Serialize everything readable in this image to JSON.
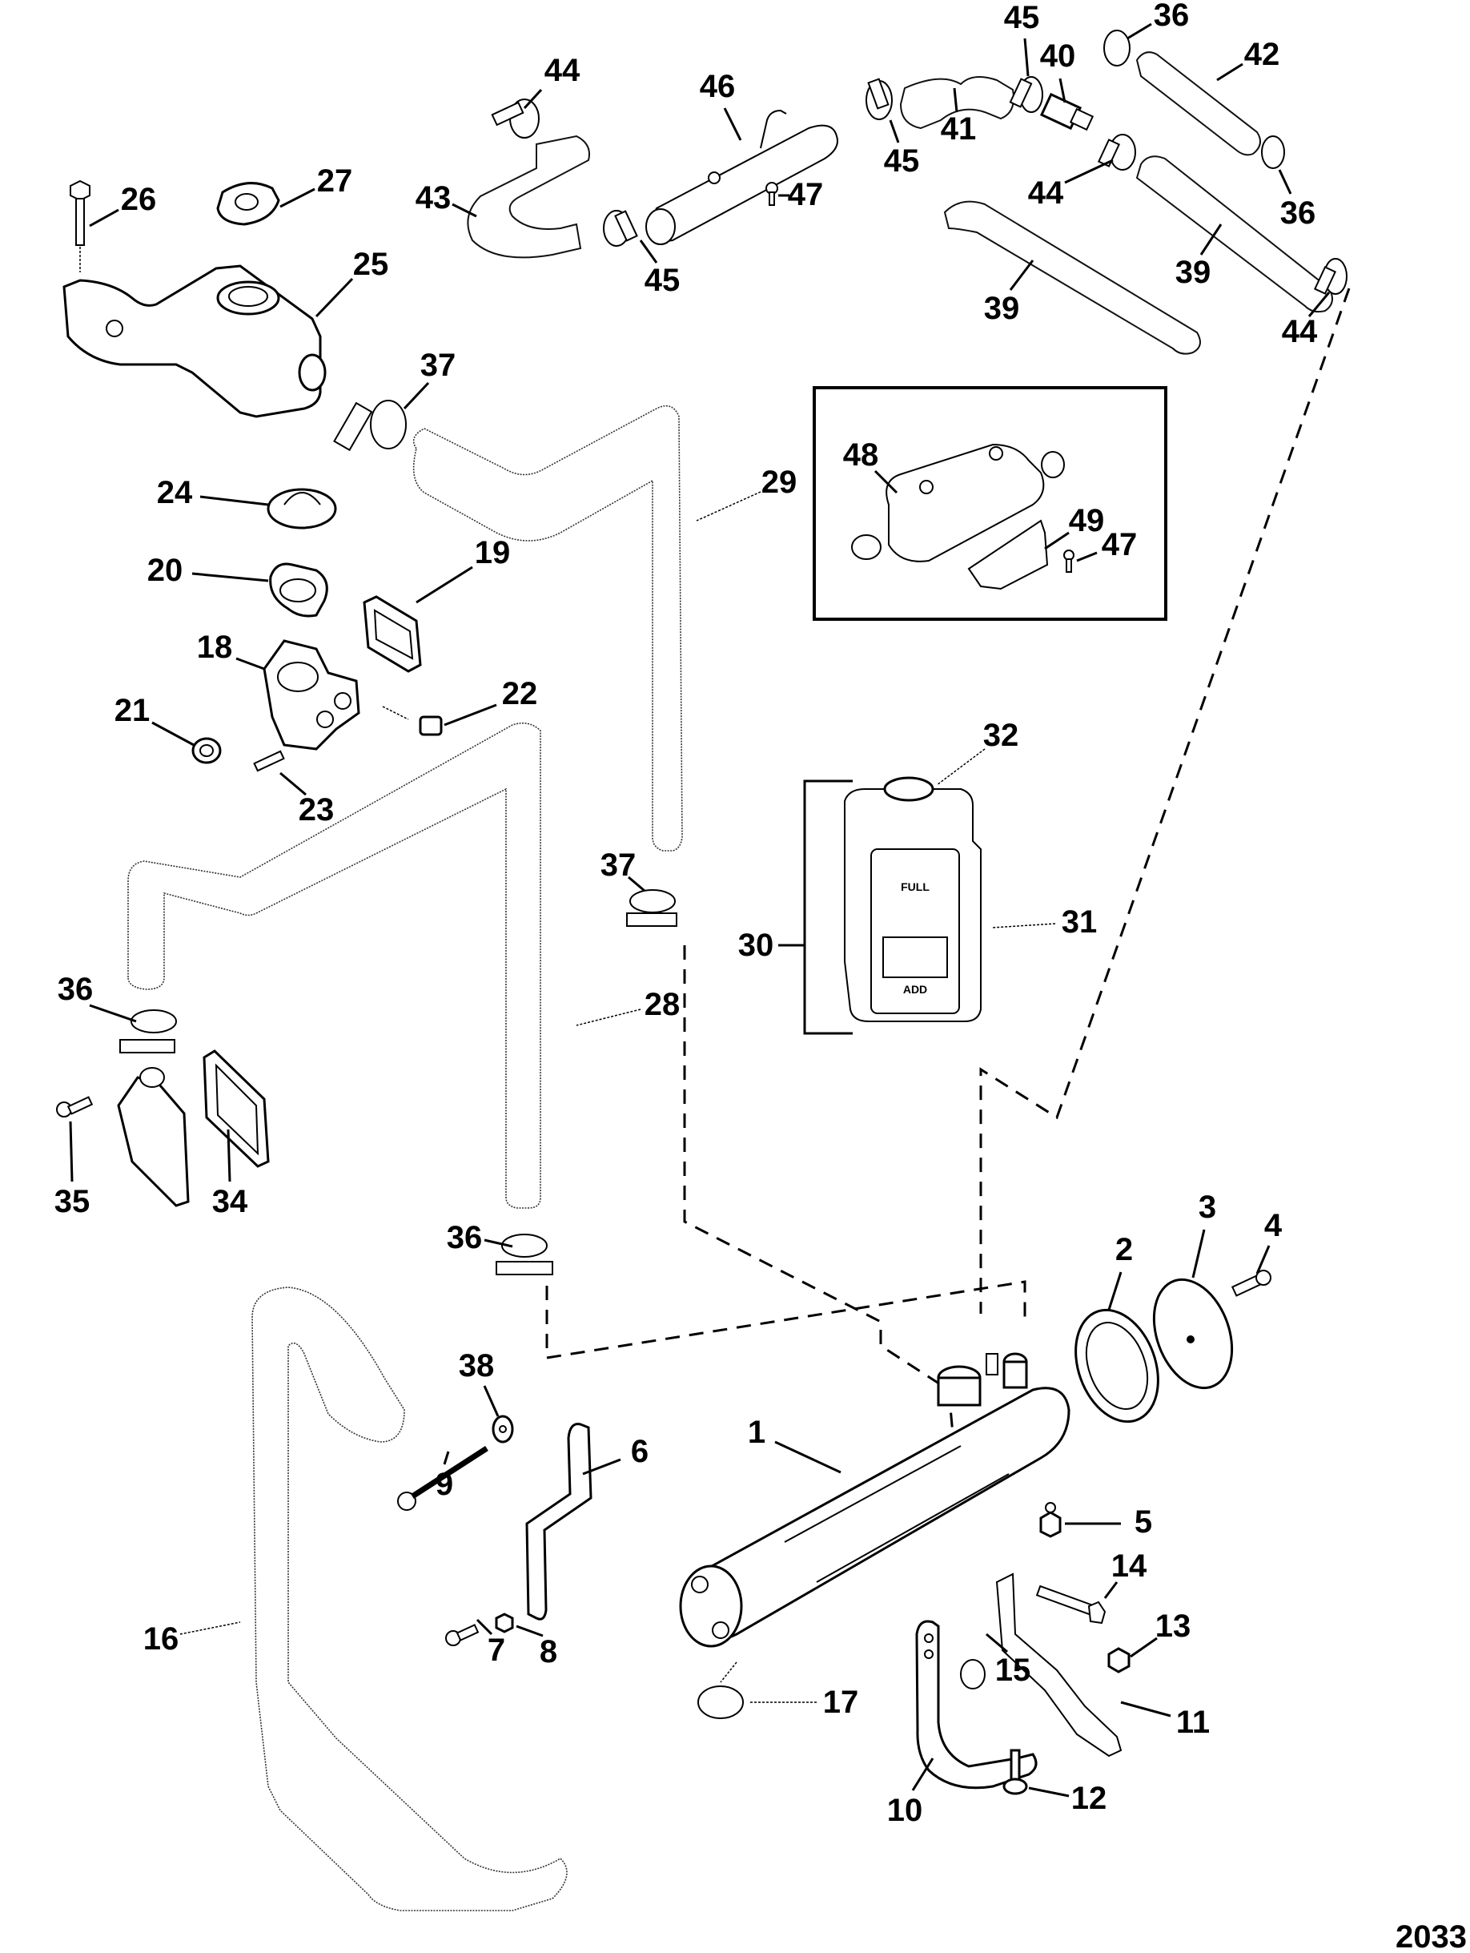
{
  "diagram": {
    "type": "exploded-parts-diagram",
    "subject": "closed cooling system / heat exchanger assembly",
    "figure_id": "2033",
    "reservoir_labels": {
      "full": "FULL",
      "add": "ADD"
    },
    "callouts": [
      {
        "id": "44a",
        "number": "44",
        "part": "hose-clamp"
      },
      {
        "id": "46",
        "number": "46",
        "part": "hose-tube-assembly"
      },
      {
        "id": "45a",
        "number": "45",
        "part": "hose-clamp"
      },
      {
        "id": "40",
        "number": "40",
        "part": "fitting"
      },
      {
        "id": "36a",
        "number": "36",
        "part": "hose-clamp"
      },
      {
        "id": "42",
        "number": "42",
        "part": "hose"
      },
      {
        "id": "26",
        "number": "26",
        "part": "bolt"
      },
      {
        "id": "27",
        "number": "27",
        "part": "pressure-cap"
      },
      {
        "id": "43",
        "number": "43",
        "part": "hose"
      },
      {
        "id": "47a",
        "number": "47",
        "part": "screw"
      },
      {
        "id": "45b",
        "number": "45",
        "part": "hose-clamp"
      },
      {
        "id": "41",
        "number": "41",
        "part": "hose"
      },
      {
        "id": "44b",
        "number": "44",
        "part": "hose-clamp"
      },
      {
        "id": "36b",
        "number": "36",
        "part": "hose-clamp"
      },
      {
        "id": "25",
        "number": "25",
        "part": "coolant-tank"
      },
      {
        "id": "45c",
        "number": "45",
        "part": "hose-clamp"
      },
      {
        "id": "39a",
        "number": "39",
        "part": "hose"
      },
      {
        "id": "39b",
        "number": "39",
        "part": "hose"
      },
      {
        "id": "44c",
        "number": "44",
        "part": "hose-clamp"
      },
      {
        "id": "37a",
        "number": "37",
        "part": "hose-clamp"
      },
      {
        "id": "48",
        "number": "48",
        "part": "cooler"
      },
      {
        "id": "49",
        "number": "49",
        "part": "bracket"
      },
      {
        "id": "47b",
        "number": "47",
        "part": "screw"
      },
      {
        "id": "29",
        "number": "29",
        "part": "hose"
      },
      {
        "id": "24",
        "number": "24",
        "part": "thermostat"
      },
      {
        "id": "20",
        "number": "20",
        "part": "gasket"
      },
      {
        "id": "19",
        "number": "19",
        "part": "gasket"
      },
      {
        "id": "18",
        "number": "18",
        "part": "thermostat-housing"
      },
      {
        "id": "22",
        "number": "22",
        "part": "plug"
      },
      {
        "id": "21",
        "number": "21",
        "part": "plug"
      },
      {
        "id": "23",
        "number": "23",
        "part": "screw"
      },
      {
        "id": "32",
        "number": "32",
        "part": "cap"
      },
      {
        "id": "37b",
        "number": "37",
        "part": "hose-clamp"
      },
      {
        "id": "30",
        "number": "30",
        "part": "reservoir-kit"
      },
      {
        "id": "31",
        "number": "31",
        "part": "reservoir"
      },
      {
        "id": "36c",
        "number": "36",
        "part": "hose-clamp"
      },
      {
        "id": "28",
        "number": "28",
        "part": "hose"
      },
      {
        "id": "35",
        "number": "35",
        "part": "screw"
      },
      {
        "id": "34",
        "number": "34",
        "part": "gasket"
      },
      {
        "id": "36d",
        "number": "36",
        "part": "hose-clamp"
      },
      {
        "id": "2",
        "number": "2",
        "part": "gasket"
      },
      {
        "id": "3",
        "number": "3",
        "part": "end-cap"
      },
      {
        "id": "4",
        "number": "4",
        "part": "screw"
      },
      {
        "id": "38",
        "number": "38",
        "part": "washer"
      },
      {
        "id": "1",
        "number": "1",
        "part": "heat-exchanger"
      },
      {
        "id": "9",
        "number": "9",
        "part": "bolt"
      },
      {
        "id": "6",
        "number": "6",
        "part": "bracket"
      },
      {
        "id": "5",
        "number": "5",
        "part": "drain-plug"
      },
      {
        "id": "14",
        "number": "14",
        "part": "bolt"
      },
      {
        "id": "13",
        "number": "13",
        "part": "nut"
      },
      {
        "id": "16",
        "number": "16",
        "part": "hose"
      },
      {
        "id": "7",
        "number": "7",
        "part": "screw"
      },
      {
        "id": "8",
        "number": "8",
        "part": "nut"
      },
      {
        "id": "15",
        "number": "15",
        "part": "spacer"
      },
      {
        "id": "11",
        "number": "11",
        "part": "bracket"
      },
      {
        "id": "17",
        "number": "17",
        "part": "hose-clamp"
      },
      {
        "id": "10",
        "number": "10",
        "part": "strap"
      },
      {
        "id": "12",
        "number": "12",
        "part": "screw"
      }
    ]
  }
}
